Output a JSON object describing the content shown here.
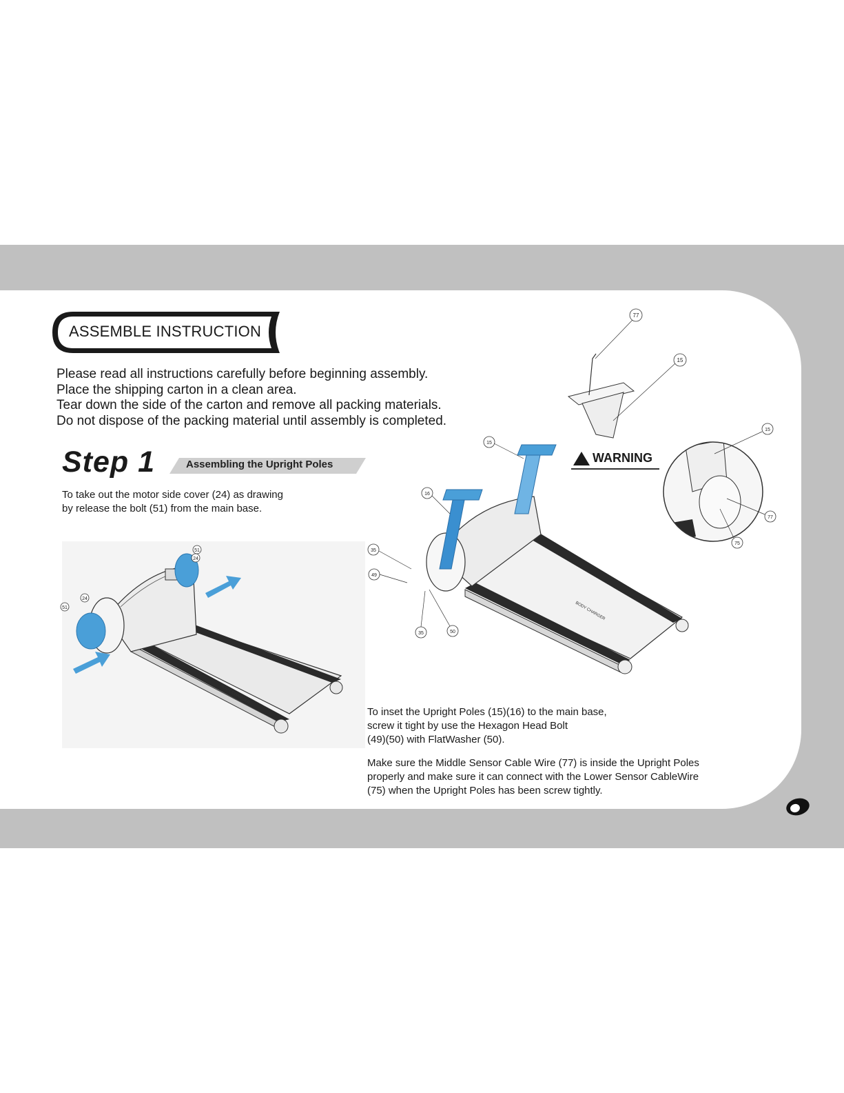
{
  "banner": {
    "title": "ASSEMBLE INSTRUCTION"
  },
  "intro": [
    "Please read all instructions carefully before beginning assembly.",
    "Place the shipping carton in a clean area.",
    "Tear down the side of the carton and remove all packing materials.",
    "Do not dispose of the packing material until assembly is completed."
  ],
  "step": {
    "title": "Step 1",
    "subtitle": "Assembling the Upright Poles"
  },
  "notes": {
    "side_cover": [
      "To take out the motor side cover (24) as drawing",
      "by release the bolt (51) from the main base."
    ],
    "inset_poles": [
      "To inset the Upright Poles (15)(16) to the main base,",
      "screw it tight by use the Hexagon Head Bolt",
      "(49)(50) with FlatWasher (50)."
    ],
    "sensor_cable": [
      "Make sure the Middle Sensor Cable Wire (77) is inside the Upright Poles",
      "properly and make sure it can connect with the Lower Sensor CableWire",
      "(75) when the Upright Poles has been screw tightly."
    ]
  },
  "warning": {
    "label": "WARNING"
  },
  "part_labels": {
    "fig_left": [
      "51",
      "24",
      "24",
      "51"
    ],
    "fig_center": [
      "15",
      "16",
      "35",
      "49",
      "35",
      "50"
    ],
    "fig_top": [
      "77",
      "15"
    ],
    "fig_detail": [
      "15",
      "77",
      "75"
    ]
  },
  "brand_text": "BODY CHARGER",
  "colors": {
    "accent_blue": "#4a9fd8",
    "band_gray": "#c0c0c0",
    "text": "#1a1a1a"
  }
}
